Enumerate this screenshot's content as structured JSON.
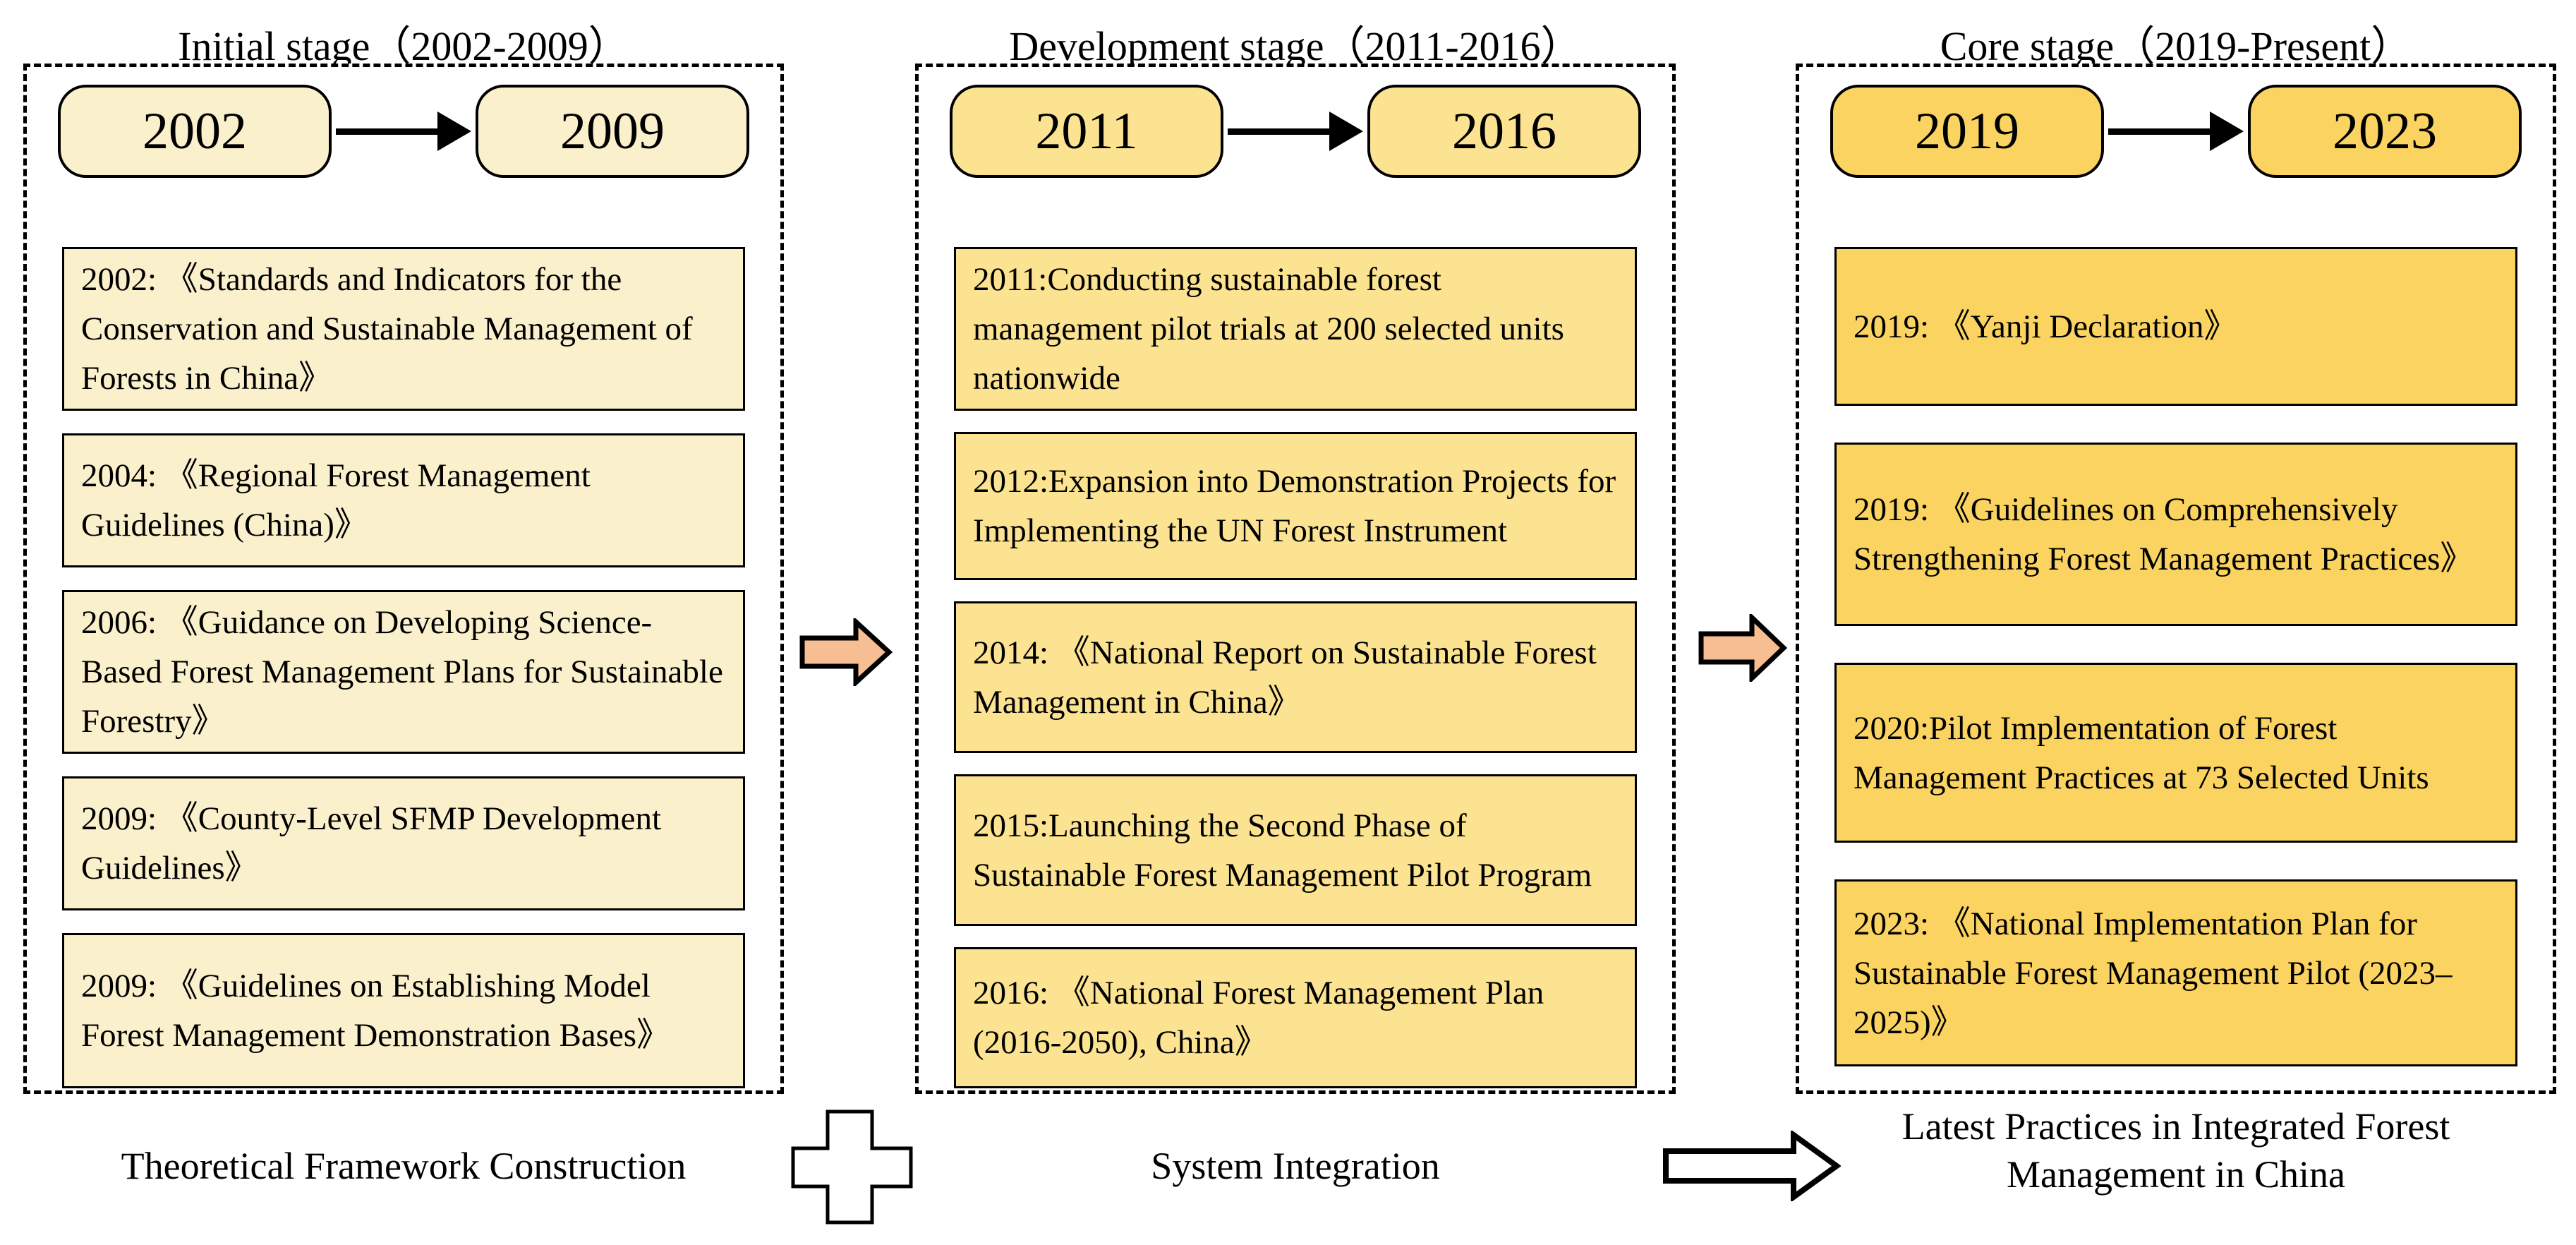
{
  "colors": {
    "stage1_fill": "#FBF0CC",
    "stage2_fill": "#FCE391",
    "stage3_fill": "#FAD360",
    "connector_fill": "#F7BD93"
  },
  "stages": [
    {
      "title": "Initial stage（2002-2009）",
      "year_start": "2002",
      "year_end": "2009",
      "events": [
        "2002: 《Standards and Indicators for the Conservation and Sustainable Management of Forests in China》",
        "2004: 《Regional Forest Management Guidelines (China)》",
        "2006: 《Guidance on Developing Science-Based Forest Management Plans for Sustainable Forestry》",
        "2009: 《County-Level SFMP Development Guidelines》",
        "2009: 《Guidelines on Establishing Model Forest Management Demonstration Bases》"
      ],
      "caption": "Theoretical Framework Construction"
    },
    {
      "title": "Development stage（2011-2016）",
      "year_start": "2011",
      "year_end": "2016",
      "events": [
        "2011:Conducting sustainable forest management pilot trials at 200 selected units nationwide",
        "2012:Expansion into Demonstration Projects for Implementing the UN Forest Instrument",
        "2014: 《National Report on Sustainable Forest Management in China》",
        "2015:Launching the Second Phase of Sustainable Forest Management Pilot Program",
        "2016: 《National Forest Management Plan (2016-2050), China》"
      ],
      "caption": "System Integration"
    },
    {
      "title": "Core stage（2019-Present）",
      "year_start": "2019",
      "year_end": "2023",
      "events": [
        "2019: 《Yanji Declaration》",
        "2019: 《Guidelines on Comprehensively Strengthening Forest Management Practices》",
        "2020:Pilot Implementation of Forest Management Practices at 73 Selected Units",
        "2023: 《National Implementation Plan for Sustainable Forest Management Pilot (2023–2025)》"
      ],
      "caption": "Latest Practices in Integrated Forest Management in China"
    }
  ]
}
